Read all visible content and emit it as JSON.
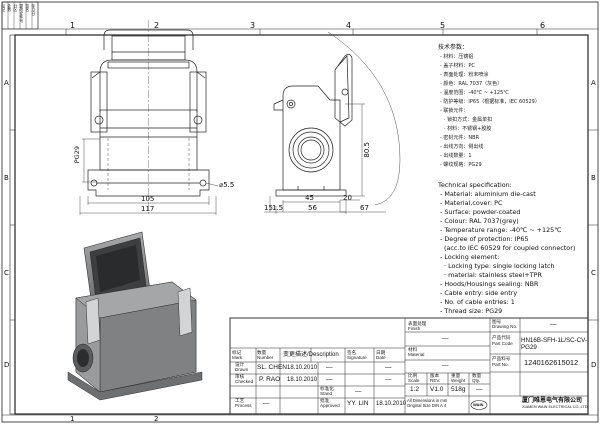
{
  "border": {
    "cols": [
      "1",
      "2",
      "3",
      "4",
      "5",
      "6"
    ],
    "rows": [
      "A",
      "B",
      "C",
      "D"
    ],
    "revision_block": [
      "标记",
      "处数",
      "分区",
      "更改文件号",
      "签名",
      "年月日"
    ]
  },
  "dimensions": {
    "d105": "105",
    "d117": "117",
    "d5_5": "⌀5.5",
    "d15": "15",
    "d1_5": "1.5",
    "d45": "45",
    "d20": "20",
    "d56": "56",
    "d67": "67",
    "d80_5": "80.5",
    "pg29": "PG29"
  },
  "spec_cn": {
    "title": "技术参数：",
    "lines": [
      "- 材料：压铸铝",
      "- 盖子材料：PC",
      "- 表面处理：粉末喷涂",
      "- 颜色：RAL 7037（灰色）",
      "- 温度范围：-40℃ ~ +125℃",
      "- 防护等级：IP65（根据标准，IEC 60529）",
      "- 联锁元件：",
      "  · 锁扣方式：金属单扣",
      "  · 材料：不锈钢+胶胶",
      "- 密封元件：NBR",
      "- 出线方向：侧出线",
      "- 出线数量：1",
      "- 螺纹规格：PG29"
    ]
  },
  "spec_en": {
    "title": "Technical specification:",
    "lines": [
      "- Material: aluminium die-cast",
      "- Material,cover: PC",
      "- Surface: powder-coated",
      "- Colour: RAL 7037(grey)",
      "- Temperature range: -40℃ ~ +125℃",
      "- Degree of protection: IP65",
      "  (acc.to IEC 60529 for coupled connector)",
      "- Locking element:",
      "  · Locking type: single locking latch",
      "  · material: stainless steel+TPR",
      "- Hoods/Housings sealing: NBR",
      "- Cable entry: side entry",
      "- No. of cable entries: 1",
      "- Thread size: PG29"
    ]
  },
  "title_block": {
    "table_header": {
      "mark": "标记\nMark",
      "qty": "数量\nNumber",
      "desc": "变更描述/Description",
      "sign": "签名\nSignature",
      "date": "日期\nDate"
    },
    "rows": [
      {
        "label_cn": "设计",
        "label_en": "Drawn",
        "name": "SL. CHEN",
        "date": "18.10.2010",
        "dash1": "—",
        "dash2": "—"
      },
      {
        "label_cn": "审核",
        "label_en": "Checked",
        "name": "P. RAO",
        "date": "18.10.2010",
        "dash1": "—",
        "dash2": "—"
      },
      {
        "label_cn": "批准",
        "label_en": "Approved",
        "name": "YY. LIN",
        "date": "18.10.2010",
        "dash1": "—",
        "dash2": "—"
      }
    ],
    "process": {
      "cn": "工艺",
      "en": "Process",
      "value": "—"
    },
    "standard": {
      "cn": "标准化",
      "en": "Stand",
      "value": "—"
    },
    "finish": {
      "cn": "表面处理",
      "en": "Finish",
      "value": "—"
    },
    "material": {
      "cn": "材料",
      "en": "Material",
      "value": "—"
    },
    "scale": {
      "cn": "比例",
      "en": "Scale",
      "value": "1:2"
    },
    "rev": {
      "cn": "版本",
      "en": "REV.",
      "value": "V1.0"
    },
    "weight": {
      "cn": "重量",
      "en": "Weight",
      "value": "518g"
    },
    "qty": {
      "cn": "数量",
      "en": "Qty.",
      "value": "—"
    },
    "drawing_no": {
      "cn": "图号",
      "en": "Drawing No.",
      "value": "—"
    },
    "part_code": {
      "cn": "产品代码",
      "en": "Part Code",
      "value": "HN16B-SFH-1L/SC-CV-PG29"
    },
    "part_no": {
      "cn": "产品料号",
      "en": "Part No.",
      "value": "1240162615012"
    },
    "dim_note": "All Dimensions in mm\nOriginal Size DIN A 4",
    "logo_text": "WAIN",
    "company_cn": "厦门唯恩电气有限公司",
    "company_en": "XIAMEN WAIN ELECTRICAL CO.,LTD."
  }
}
